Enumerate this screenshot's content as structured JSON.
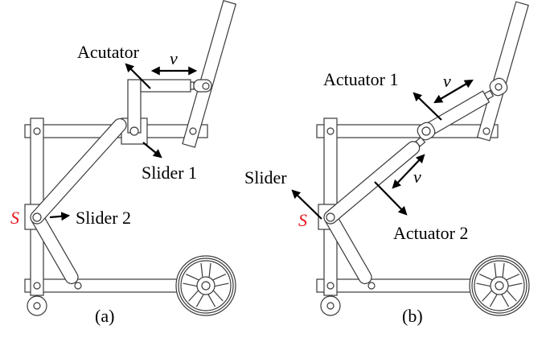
{
  "figure": {
    "panel_a": {
      "caption": "(a)",
      "labels": {
        "actuator": "Acutator",
        "velocity": "v",
        "slider1": "Slider 1",
        "slider2": "Slider 2",
        "s_point": "S"
      }
    },
    "panel_b": {
      "caption": "(b)",
      "labels": {
        "actuator1": "Actuator 1",
        "actuator2": "Actuator 2",
        "velocity1": "v",
        "velocity2": "v",
        "slider": "Slider",
        "s_point": "S"
      }
    },
    "colors": {
      "s_point": "#e8141b",
      "stroke": "#3a3a3a",
      "text": "#000000"
    }
  }
}
